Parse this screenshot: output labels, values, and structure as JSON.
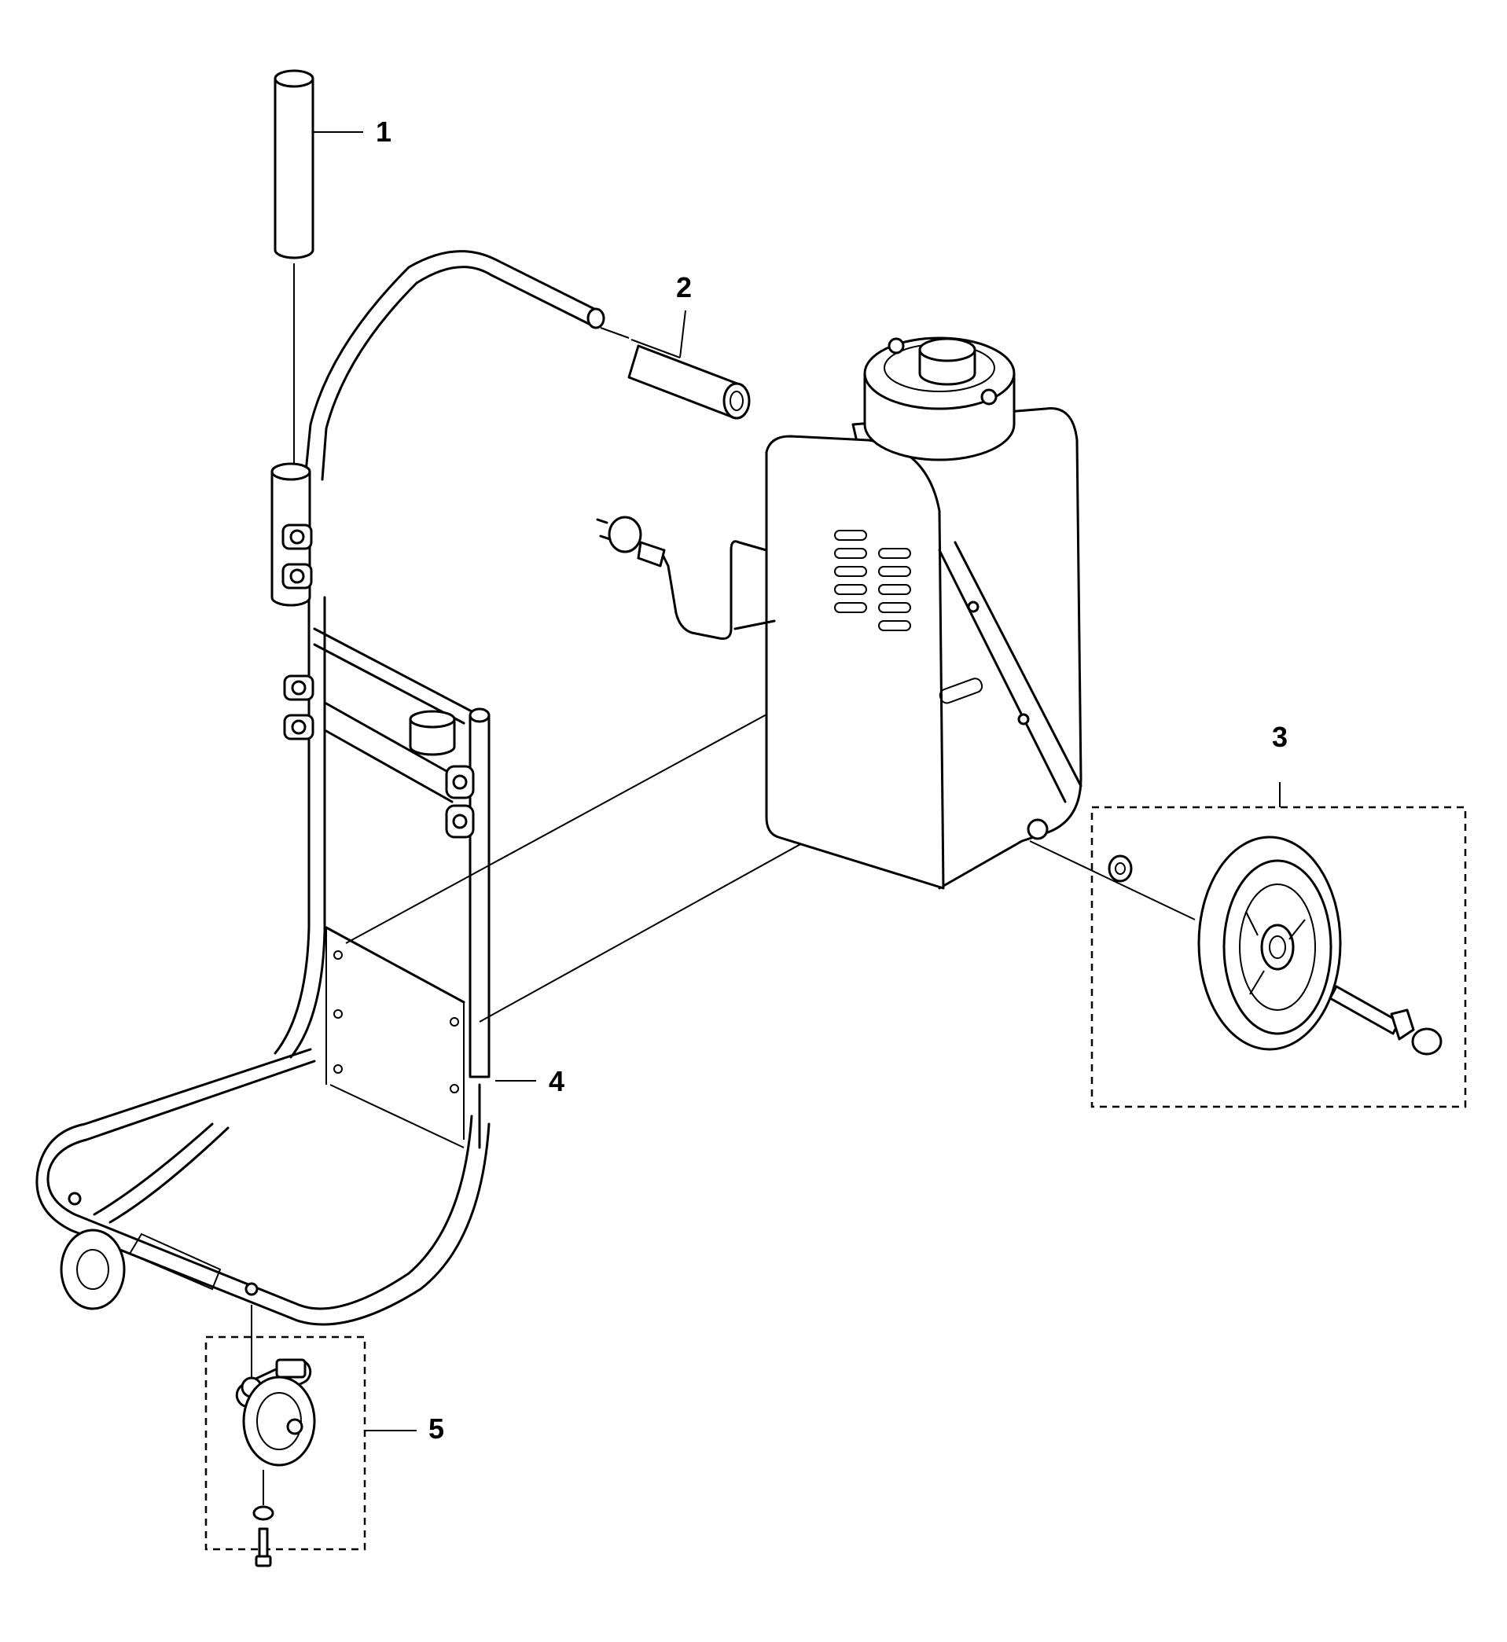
{
  "diagram": {
    "callouts": [
      {
        "id": "callout-1",
        "label": "1"
      },
      {
        "id": "callout-2",
        "label": "2"
      },
      {
        "id": "callout-3",
        "label": "3"
      },
      {
        "id": "callout-4",
        "label": "4"
      },
      {
        "id": "callout-5",
        "label": "5"
      }
    ]
  }
}
